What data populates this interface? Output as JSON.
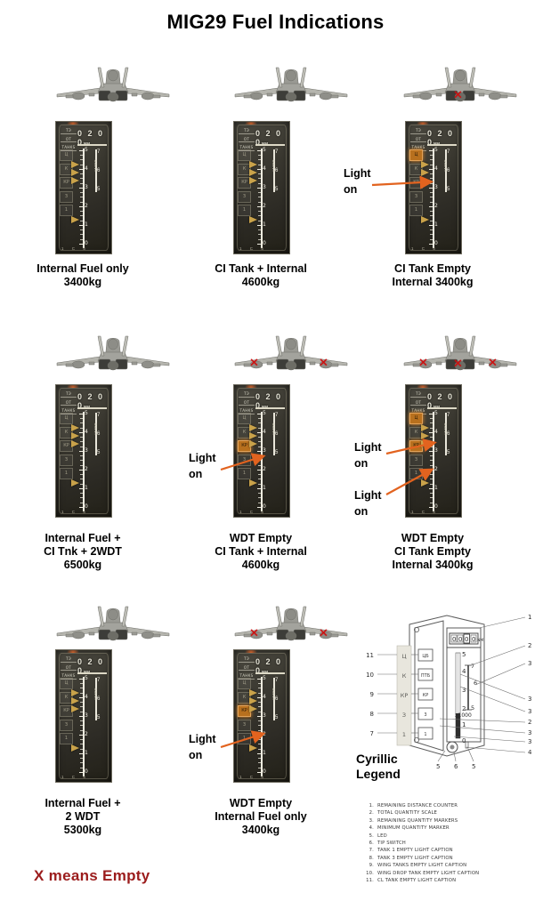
{
  "title": "MIG29 Fuel Indications",
  "footer_note": "X means Empty",
  "colors": {
    "accent_arrow": "#e2631f",
    "empty_x": "#cc1111",
    "footer_text": "#9b1c1c",
    "gauge_body": "#3a3830",
    "marker_amber": "#c9a24a",
    "lit_light": "#b8701e"
  },
  "gauge": {
    "odometer": "0 2 0 0",
    "odometer_unit": "NM",
    "side_labels": [
      "ТЭ",
      "ОТ",
      "ТАНКS"
    ],
    "scale_numbers": [
      "5",
      "4",
      "3",
      "2",
      "1",
      "0"
    ],
    "secondary_numbers": [
      "7",
      "6",
      "5"
    ],
    "scale_multiplier": "x1000",
    "caption_lights": [
      "11",
      "10",
      "9",
      "8",
      "7"
    ],
    "foot_marks": "1 C 5"
  },
  "light_on_label": "Light\non",
  "cells": [
    {
      "id": "r1c1",
      "caption": "Internal Fuel only\n3400kg",
      "x_marks": [],
      "lit_lights": [],
      "lights_on": []
    },
    {
      "id": "r1c2",
      "caption": "CI Tank + Internal\n4600kg",
      "x_marks": [],
      "lit_lights": [],
      "lights_on": []
    },
    {
      "id": "r1c3",
      "caption": "CI Tank Empty\nInternal  3400kg",
      "x_marks": [
        "center"
      ],
      "lit_lights": [
        0
      ],
      "lights_on": [
        "Light\non"
      ]
    },
    {
      "id": "r2c1",
      "caption": "Internal Fuel +\nCI Tnk + 2WDT\n6500kg",
      "x_marks": [],
      "lit_lights": [],
      "lights_on": []
    },
    {
      "id": "r2c2",
      "caption": "WDT Empty\nCI Tank + Internal\n4600kg",
      "x_marks": [
        "left",
        "right"
      ],
      "lit_lights": [
        2
      ],
      "lights_on": [
        "Light\non"
      ]
    },
    {
      "id": "r2c3",
      "caption": "WDT Empty\nCI Tank Empty\nInternal 3400kg",
      "x_marks": [
        "left",
        "center",
        "right"
      ],
      "lit_lights": [
        0,
        2
      ],
      "lights_on": [
        "Light\non",
        "Light\non"
      ]
    },
    {
      "id": "r3c1",
      "caption": "Internal Fuel +\n2 WDT\n5300kg",
      "x_marks": [],
      "lit_lights": [],
      "lights_on": []
    },
    {
      "id": "r3c2",
      "caption": "WDT Empty\nInternal Fuel only\n3400kg",
      "x_marks": [
        "left",
        "right"
      ],
      "lit_lights": [
        2
      ],
      "lights_on": [
        "Light\non"
      ]
    }
  ],
  "diagram": {
    "cyrillic_legend_title": "Cyrillic\nLegend",
    "odometer": "0 0 0 0",
    "odometer_unit": "NM",
    "scale_numbers": [
      "5",
      "4",
      "3",
      "2",
      "1",
      "0"
    ],
    "scale_multiplier": "x1000",
    "left_callouts": [
      "11",
      "10",
      "9",
      "8",
      "7"
    ],
    "left_cyrillic": [
      "Ц",
      "К",
      "КР",
      "З",
      "1"
    ],
    "right_callouts": [
      "1",
      "2",
      "3",
      "3",
      "3",
      "2",
      "3",
      "3",
      "4"
    ],
    "inner_callouts": [
      "5",
      "7",
      "6",
      "5",
      "2",
      "1",
      "0"
    ],
    "bottom_callouts": [
      "5",
      "6",
      "5"
    ]
  },
  "legend_items": [
    {
      "n": "1.",
      "text": "REMAINING DISTANCE COUNTER"
    },
    {
      "n": "2.",
      "text": "TOTAL QUANTITY SCALE"
    },
    {
      "n": "3.",
      "text": "REMAINING QUANTITY MARKERS"
    },
    {
      "n": "4.",
      "text": "MINIMUM QUANTITY MARKER"
    },
    {
      "n": "5.",
      "text": "LED"
    },
    {
      "n": "6.",
      "text": "TIP SWITCH"
    },
    {
      "n": "7.",
      "text": "TANK 1 EMPTY LIGHT CAPTION"
    },
    {
      "n": "8.",
      "text": "TANK 3 EMPTY LIGHT CAPTION"
    },
    {
      "n": "9.",
      "text": "WING TANKS EMPTY LIGHT CAPTION"
    },
    {
      "n": "10.",
      "text": "WING DROP TANK EMPTY LIGHT CAPTION"
    },
    {
      "n": "11.",
      "text": "CL TANK EMPTY LIGHT CAPTION"
    }
  ]
}
